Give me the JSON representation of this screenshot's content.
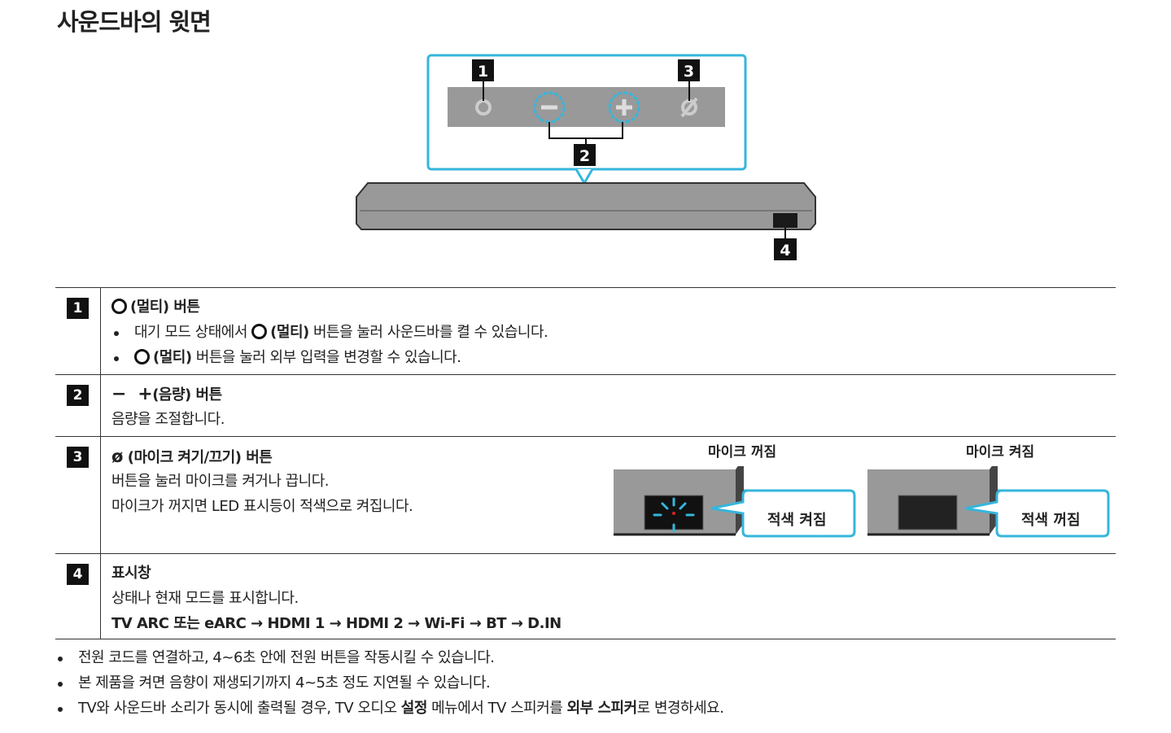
{
  "title": "사운드바의 윗면",
  "diagram": {
    "callouts": [
      "1",
      "2",
      "3",
      "4"
    ]
  },
  "rows": [
    {
      "num": "1",
      "head": "(멀티) 버튼",
      "bullets": [
        {
          "pre": "대기 모드 상태에서 ",
          "bold": "(멀티)",
          "post": " 버튼을 눌러 사운드바를 켤 수 있습니다."
        },
        {
          "pre": "",
          "bold": "(멀티)",
          "post": " 버튼을 눌러 외부 입력을 변경할 수 있습니다."
        }
      ]
    },
    {
      "num": "2",
      "head": "(음량) 버튼",
      "lines": [
        "음량을 조절합니다."
      ]
    },
    {
      "num": "3",
      "head": "(마이크 켜기/끄기) 버튼",
      "lines": [
        "버튼을 눌러 마이크를 켜거나 끕니다.",
        "마이크가 꺼지면 LED 표시등이 적색으로 켜집니다."
      ],
      "mic": {
        "off_title": "마이크 꺼짐",
        "off_callout": "적색 켜짐",
        "on_title": "마이크 켜짐",
        "on_callout": "적색 꺼짐"
      }
    },
    {
      "num": "4",
      "head": "표시창",
      "lines": [
        "상태나 현재 모드를 표시합니다."
      ],
      "modes": "TV ARC 또는 eARC → HDMI 1 → HDMI 2 → Wi-Fi → BT → D.IN"
    }
  ],
  "notes": [
    {
      "pre": "전원 코드를 연결하고, 4~6초 안에 전원 버튼을 작동시킬 수 있습니다."
    },
    {
      "pre": "본 제품을 켜면 음향이 재생되기까지 4~5초 정도 지연될 수 있습니다."
    },
    {
      "pre": "TV와 사운드바 소리가 동시에 출력될 경우, TV 오디오 ",
      "b1": "설정",
      "mid": " 메뉴에서 TV 스피커를 ",
      "b2": "외부 스피커",
      "post": "로 변경하세요."
    }
  ]
}
